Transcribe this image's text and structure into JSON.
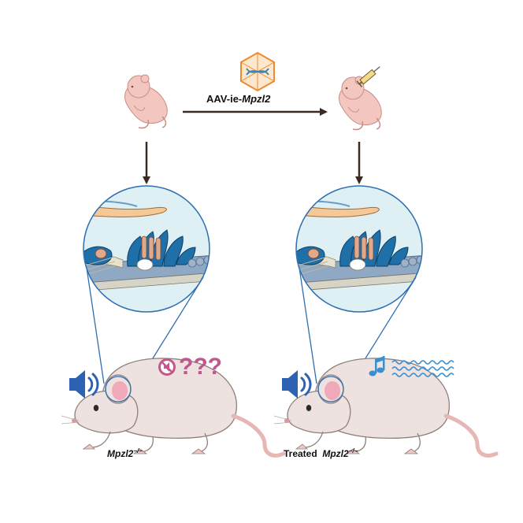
{
  "vector": {
    "prefix": "AAV-ie-",
    "gene": "Mpzl2"
  },
  "left_panel": {
    "caption_gene": "Mpzl2",
    "caption_genotype": "−/−",
    "outcome_symbol": "???"
  },
  "right_panel": {
    "caption_prefix": "Treated",
    "caption_gene": "Mpzl2",
    "caption_genotype": "−/−"
  },
  "colors": {
    "pup_skin": "#f3c7c0",
    "mouse_body": "#ede2df",
    "mouse_ear_inner": "#efa9b8",
    "tail": "#e7b7b5",
    "hair_cell": "#e0a98a",
    "support_blue": "#1f6fa8",
    "outline_blue": "#2d6fb0",
    "speaker_blue": "#2d62b3",
    "sound_wave_blue": "#3a8fd1",
    "question_pink": "#c2578d",
    "arrow_dark": "#3a2a22",
    "aav_orange": "#f08a2c"
  },
  "icons": [
    "aav-capsid-icon",
    "syringe-icon",
    "speaker-icon",
    "muted-icon",
    "music-note-icon",
    "sound-wave-icon"
  ]
}
